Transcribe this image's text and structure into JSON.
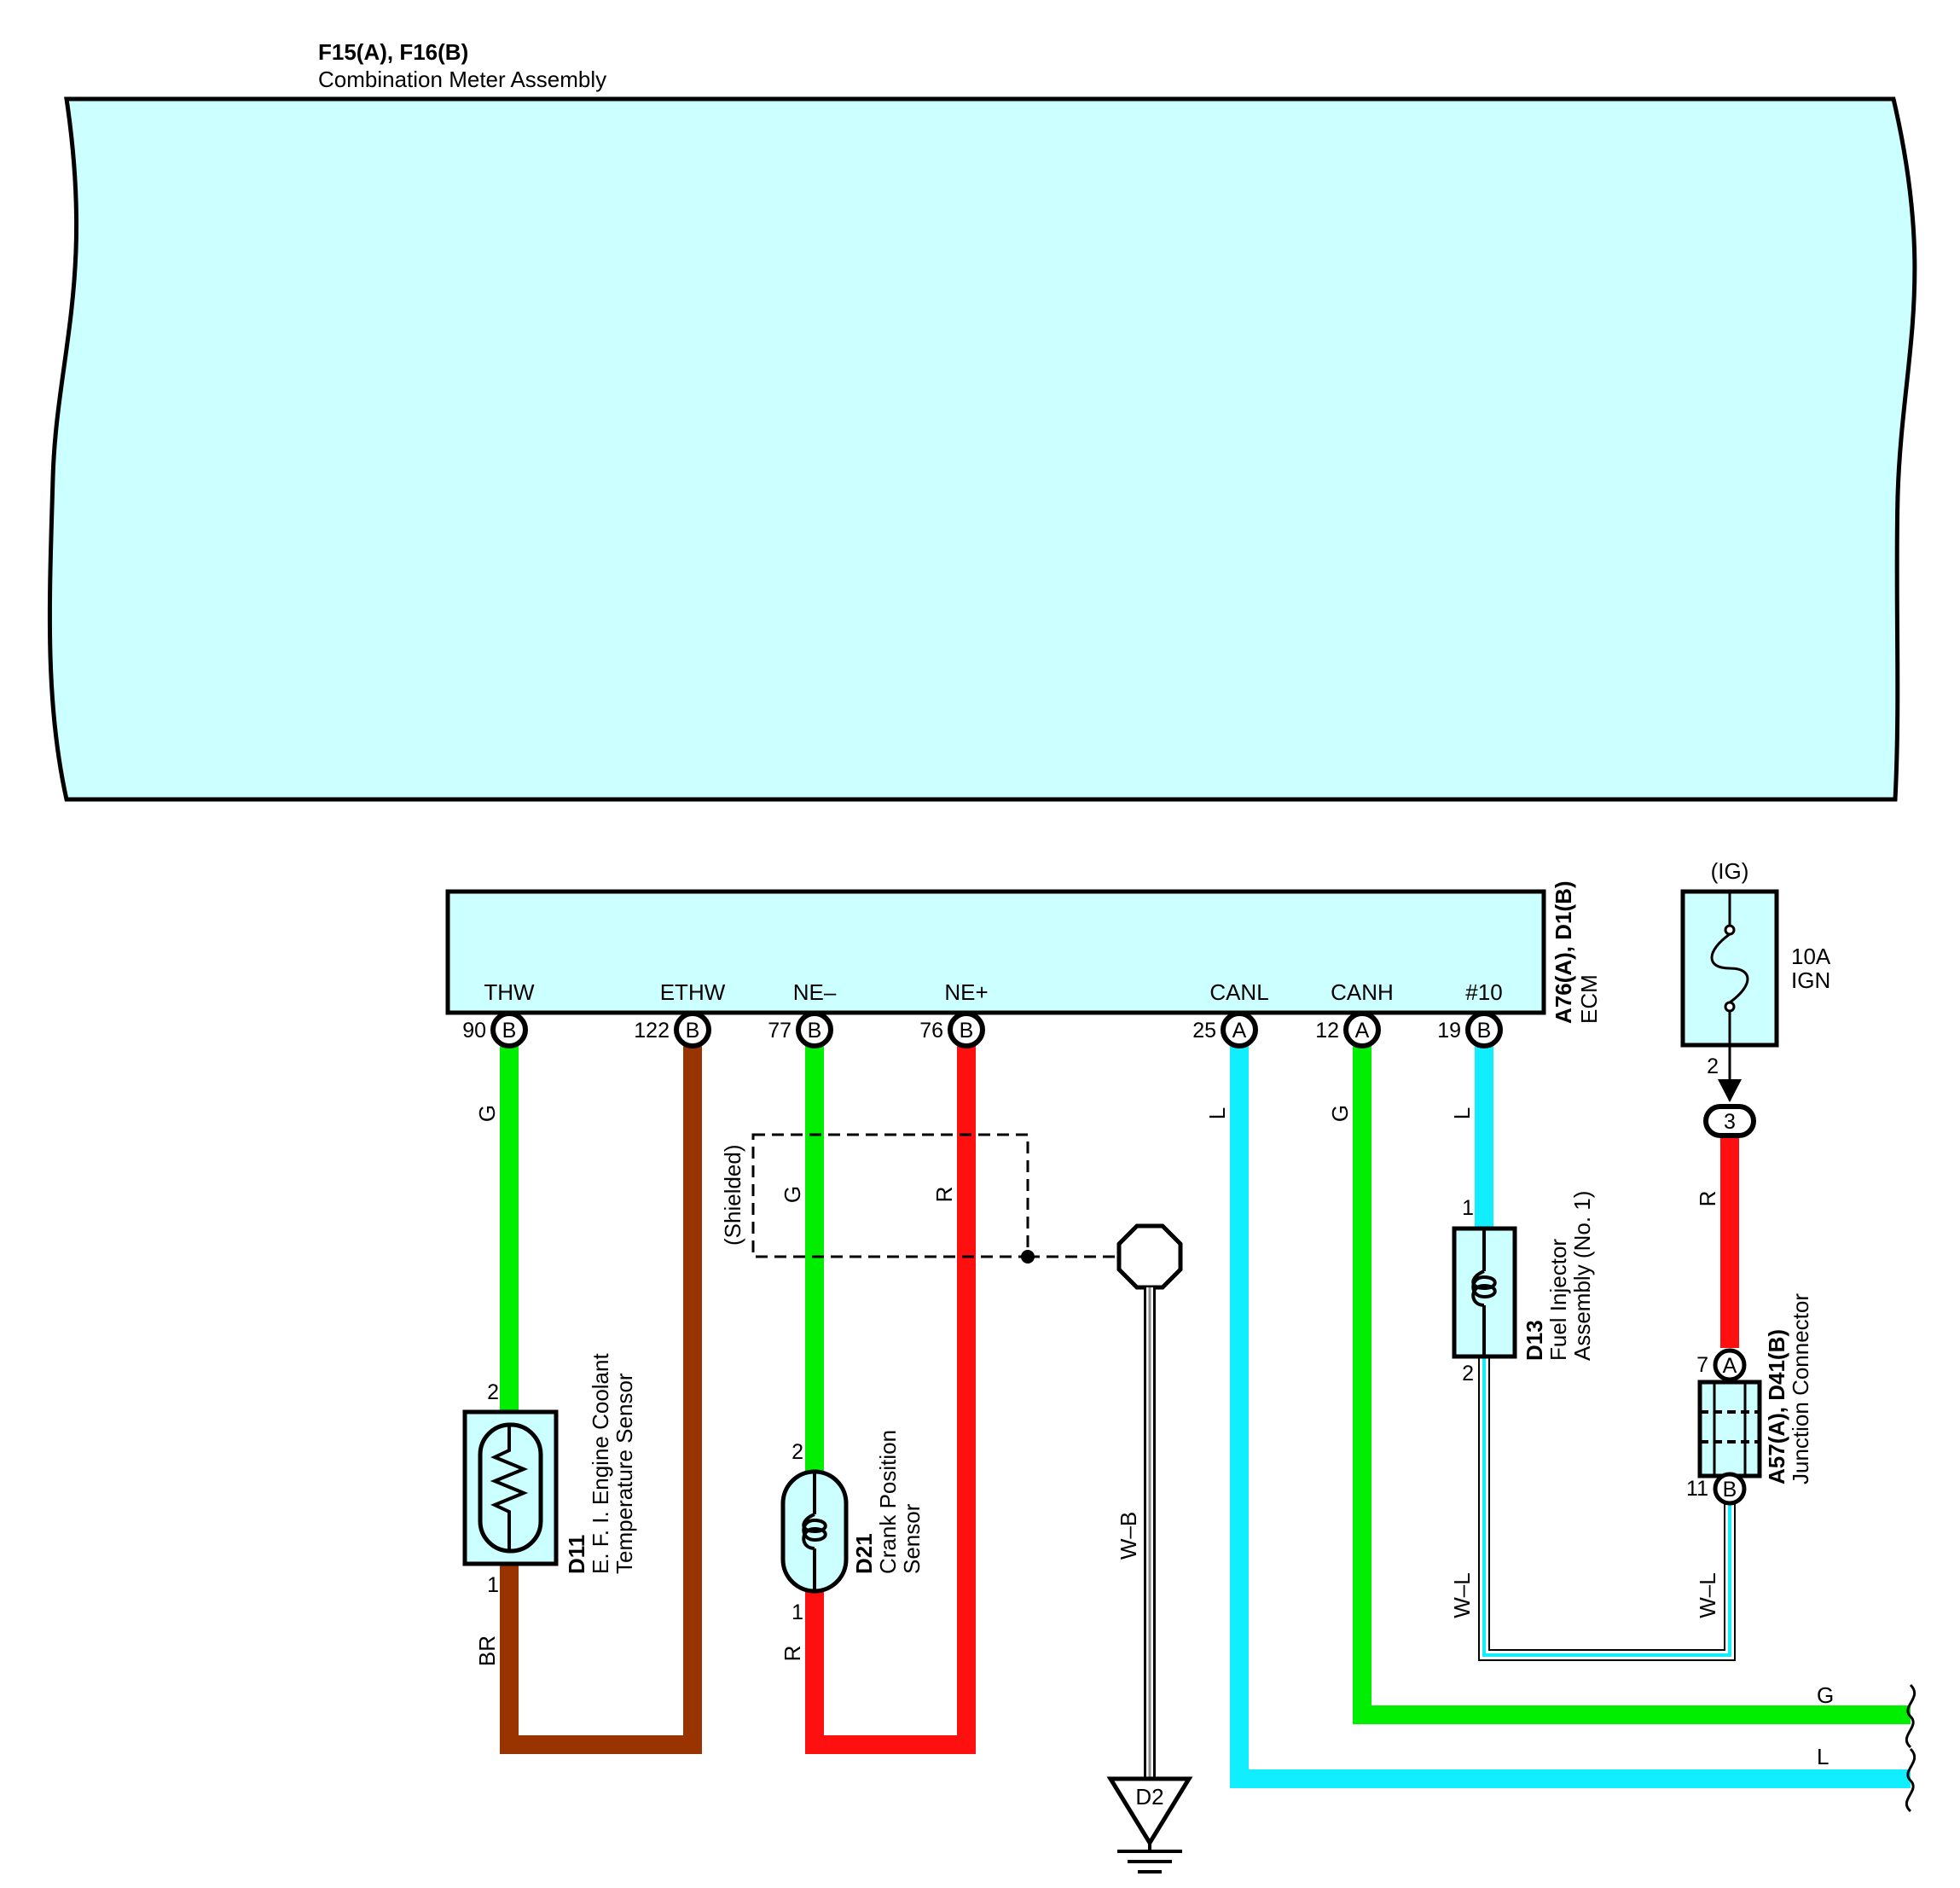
{
  "meter": {
    "title": "F15(A), F16(B)",
    "subtitle": "Combination Meter Assembly"
  },
  "ecm": {
    "id": "A76(A), D1(B)",
    "name": "ECM",
    "terminals": [
      {
        "name": "THW",
        "pin": "90",
        "conn": "B"
      },
      {
        "name": "ETHW",
        "pin": "122",
        "conn": "B"
      },
      {
        "name": "NE–",
        "pin": "77",
        "conn": "B"
      },
      {
        "name": "NE+",
        "pin": "76",
        "conn": "B"
      },
      {
        "name": "CANL",
        "pin": "25",
        "conn": "A"
      },
      {
        "name": "CANH",
        "pin": "12",
        "conn": "A"
      },
      {
        "name": "#10",
        "pin": "19",
        "conn": "B"
      }
    ]
  },
  "fuse": {
    "circuit": "(IG)",
    "rating": "10A",
    "name": "IGN",
    "pin": "2",
    "connector_pin": "3"
  },
  "sensors": {
    "coolant": {
      "id": "D11",
      "line1": "E. F. I.  Engine Coolant",
      "line2": "Temperature Sensor",
      "pin_top": "2",
      "pin_bottom": "1"
    },
    "crank": {
      "id": "D21",
      "line1": "Crank Position",
      "line2": "Sensor",
      "pin_top": "2",
      "pin_bottom": "1"
    },
    "injector": {
      "id": "D13",
      "line1": "Fuel Injector",
      "line2": "Assembly (No.  1)",
      "pin_top": "1",
      "pin_bottom": "2"
    },
    "junction": {
      "id": "A57(A), D41(B)",
      "name": "Junction Connector",
      "pin_top": "7",
      "conn_top": "A",
      "pin_bottom": "11",
      "conn_bottom": "B"
    }
  },
  "shielded_label": "(Shielded)",
  "ground": {
    "id": "D2"
  },
  "wire_labels": {
    "thw": "G",
    "coolant_return": "BR",
    "ne_minus_top": "G",
    "ne_minus_bottom": "R",
    "ne_plus": "R",
    "shield_ground": "W–B",
    "canl": "L",
    "canh": "G",
    "injector_feed": "L",
    "ign_feed": "R",
    "injector_return": "W–L",
    "junction_return": "W–L",
    "bus_g": "G",
    "bus_l": "L"
  },
  "colors": {
    "fill": "#ccffff",
    "green": "#00ee00",
    "red": "#ff1010",
    "brown": "#993300",
    "cyan": "#11eeff",
    "outline": "#000000"
  }
}
